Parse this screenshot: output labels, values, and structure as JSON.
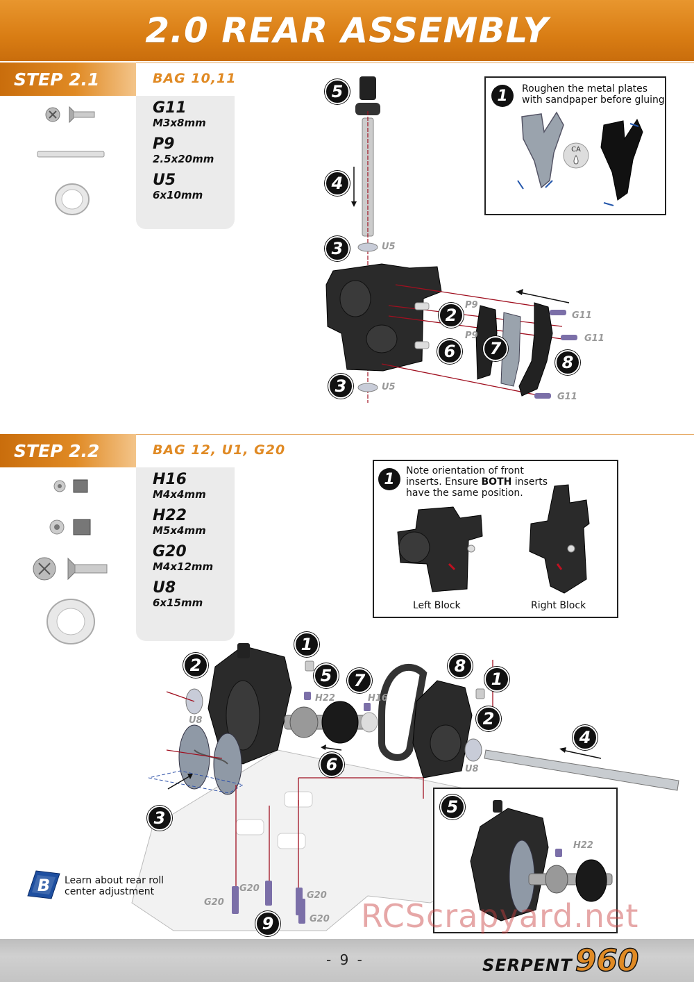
{
  "title": "2.0 REAR ASSEMBLY",
  "step1": {
    "label": "STEP 2.1",
    "bag": "BAG 10,11",
    "parts": [
      {
        "code": "G11",
        "size": "M3x8mm"
      },
      {
        "code": "P9",
        "size": "2.5x20mm"
      },
      {
        "code": "U5",
        "size": "6x10mm"
      }
    ],
    "note": {
      "num": "1",
      "line1": "Roughen the metal plates",
      "line2": "with sandpaper before gluing",
      "glue": "CA"
    },
    "callouts": [
      "5",
      "4",
      "3",
      "2",
      "6",
      "7",
      "8",
      "3"
    ],
    "tags": [
      "U5",
      "P9",
      "G11",
      "P9",
      "G11",
      "U5",
      "G11"
    ]
  },
  "step2": {
    "label": "STEP 2.2",
    "bag": "BAG 12, U1, G20",
    "parts": [
      {
        "code": "H16",
        "size": "M4x4mm"
      },
      {
        "code": "H22",
        "size": "M5x4mm"
      },
      {
        "code": "G20",
        "size": "M4x12mm"
      },
      {
        "code": "U8",
        "size": "6x15mm"
      }
    ],
    "note": {
      "num": "1",
      "line1": "Note orientation of front",
      "line2_pre": "inserts. Ensure ",
      "line2_bold": "BOTH",
      "line2_post": " inserts",
      "line3": "have the same position.",
      "left_caption": "Left Block",
      "right_caption": "Right Block"
    },
    "callouts": [
      "1",
      "2",
      "5",
      "7",
      "8",
      "1",
      "2",
      "4",
      "6",
      "3",
      "9"
    ],
    "tags": [
      "H22",
      "H16",
      "U8",
      "U8",
      "G20",
      "G20",
      "G20",
      "G20"
    ],
    "inset": {
      "num": "5",
      "tag": "H22"
    },
    "learn": {
      "icon": "B",
      "line1": "Learn about rear roll",
      "line2": "center adjustment"
    }
  },
  "footer": {
    "page": "- 9 -",
    "brand": "SERPENT",
    "model": "960"
  },
  "watermark": "RCScrapyard.net",
  "colors": {
    "accent": "#e08a24",
    "line_red": "#a01020"
  }
}
